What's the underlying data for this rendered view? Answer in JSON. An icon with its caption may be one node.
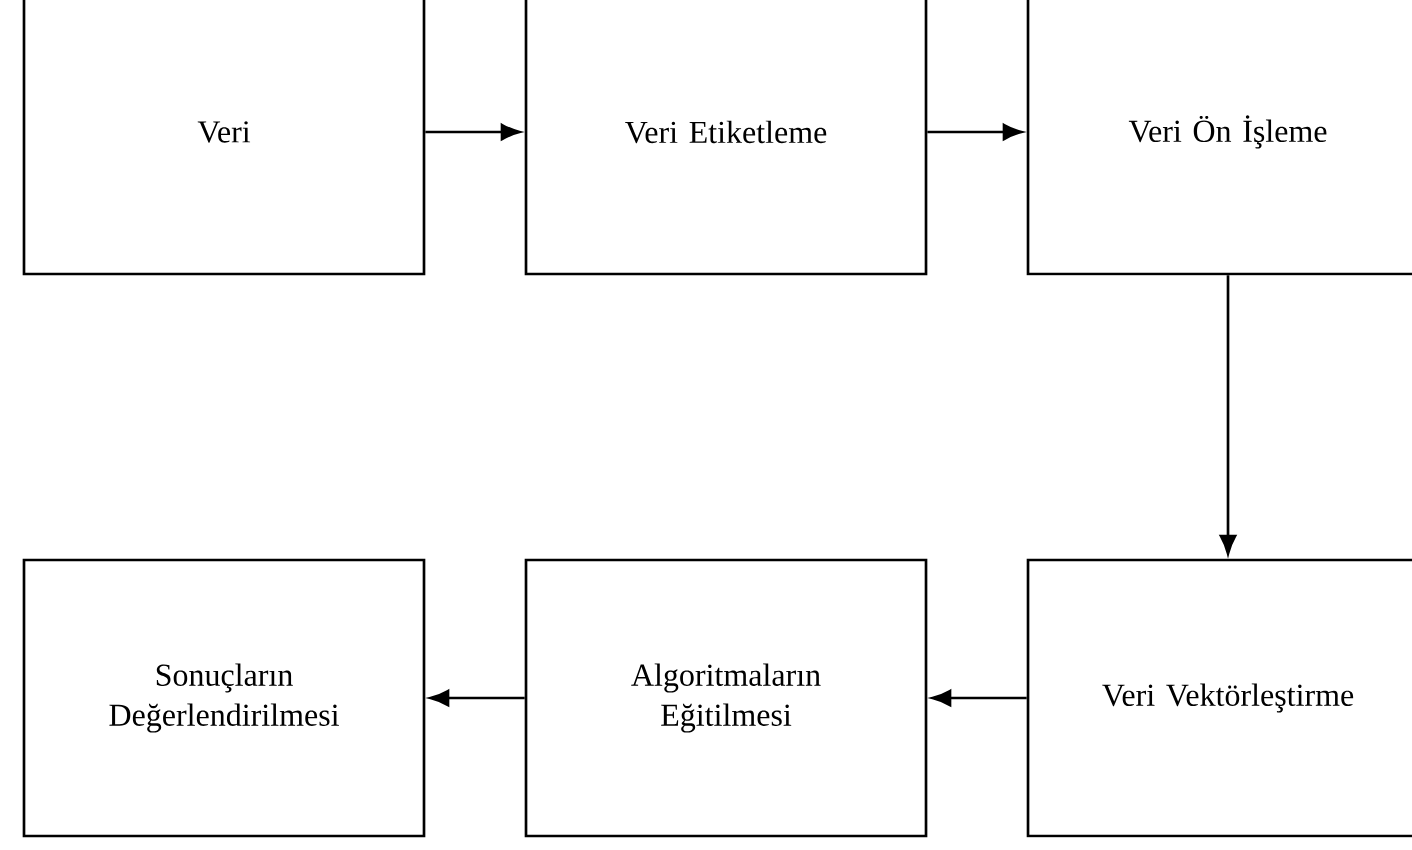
{
  "diagram": {
    "nodes": [
      {
        "text": [
          "Veri"
        ]
      },
      {
        "text": [
          "Veri Etiketleme"
        ]
      },
      {
        "text": [
          "Veri Ön İşleme"
        ]
      },
      {
        "text": [
          "Veri Vektörleştirme"
        ]
      },
      {
        "text": [
          "Algoritmaların Eğitilmesi"
        ]
      },
      {
        "text": [
          "Sonuçların Değerlendirilmesi"
        ]
      }
    ],
    "edges": [
      {
        "from": 0,
        "to": 1,
        "arrow": "to"
      },
      {
        "from": 1,
        "to": 2,
        "arrow": "to"
      },
      {
        "from": 2,
        "to": 3,
        "arrow": "to"
      },
      {
        "from": 3,
        "to": 4,
        "arrow": "to"
      },
      {
        "from": 4,
        "to": 5,
        "arrow": "to"
      }
    ]
  }
}
